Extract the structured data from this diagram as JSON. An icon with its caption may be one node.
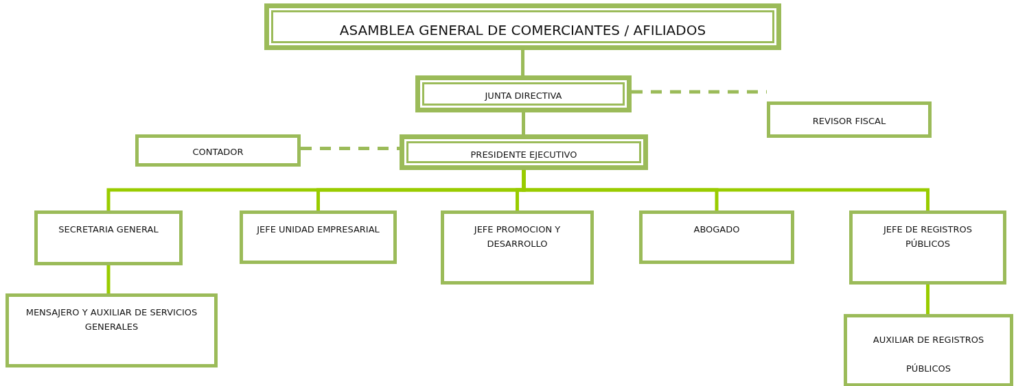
{
  "diagram": {
    "nodes": [
      {
        "text": [
          "ASAMBLEA GENERAL DE COMERCIANTES / AFILIADOS"
        ]
      },
      {
        "text": [
          "JUNTA DIRECTIVA"
        ]
      },
      {
        "text": [
          "REVISOR FISCAL"
        ]
      },
      {
        "text": [
          "CONTADOR"
        ]
      },
      {
        "text": [
          "PRESIDENTE EJECUTIVO"
        ]
      },
      {
        "text": [
          "SECRETARIA GENERAL"
        ]
      },
      {
        "text": [
          "JEFE UNIDAD EMPRESARIAL"
        ]
      },
      {
        "text": [
          "JEFE PROMOCION Y DESARROLLO"
        ]
      },
      {
        "text": [
          "ABOGADO"
        ]
      },
      {
        "text": [
          "JEFE DE REGISTROS PÚBLICOS"
        ]
      },
      {
        "text": [
          "MENSAJERO Y AUXILIAR DE SERVICIOS GENERALES"
        ]
      },
      {
        "text": [
          "AUXILIAR DE REGISTROS PÚBLICOS"
        ]
      }
    ],
    "edges": [
      {
        "from": 0,
        "to": 1,
        "arrow": "none",
        "color": "#9bbb59"
      },
      {
        "from": 1,
        "to": 4,
        "arrow": "none",
        "color": "#9bbb59"
      },
      {
        "from": 1,
        "to": 2,
        "arrow": "none",
        "style": "dashed",
        "color": "#9bbb59"
      },
      {
        "from": 3,
        "to": 4,
        "arrow": "none",
        "style": "dashed",
        "color": "#9bbb59"
      },
      {
        "from": 4,
        "to": 5,
        "arrow": "none"
      },
      {
        "from": 4,
        "to": 6,
        "arrow": "none"
      },
      {
        "from": 4,
        "to": 7,
        "arrow": "none"
      },
      {
        "from": 4,
        "to": 8,
        "arrow": "none"
      },
      {
        "from": 4,
        "to": 9,
        "arrow": "none"
      },
      {
        "from": 5,
        "to": 10,
        "arrow": "none"
      },
      {
        "from": 9,
        "to": 11,
        "arrow": "none"
      }
    ]
  }
}
